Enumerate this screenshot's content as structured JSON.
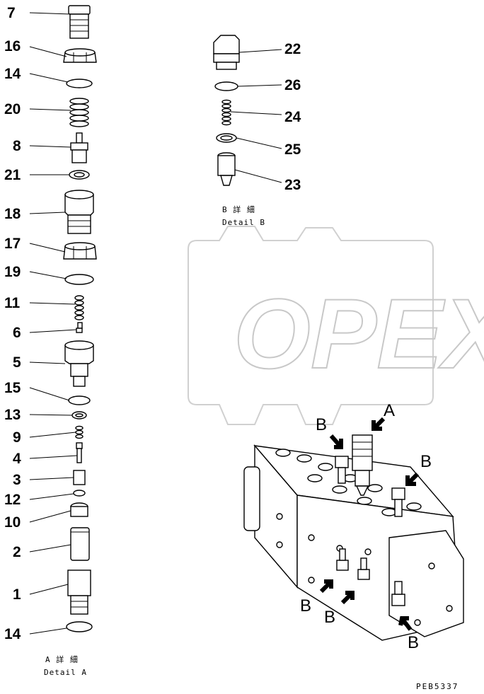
{
  "detail_a": {
    "callouts": [
      "7",
      "16",
      "14",
      "20",
      "8",
      "21",
      "18",
      "17",
      "19",
      "11",
      "6",
      "5",
      "15",
      "13",
      "9",
      "4",
      "3",
      "12",
      "10",
      "2",
      "1",
      "14"
    ],
    "label_jp": "A 詳 細",
    "label_en": "Detail A"
  },
  "detail_b": {
    "callouts": [
      "22",
      "26",
      "24",
      "25",
      "23"
    ],
    "label_jp": "B 詳 細",
    "label_en": "Detail B"
  },
  "view_labels": {
    "a": "A",
    "b": "B"
  },
  "watermark": "OPEX",
  "drawing_code": "PEB5337"
}
